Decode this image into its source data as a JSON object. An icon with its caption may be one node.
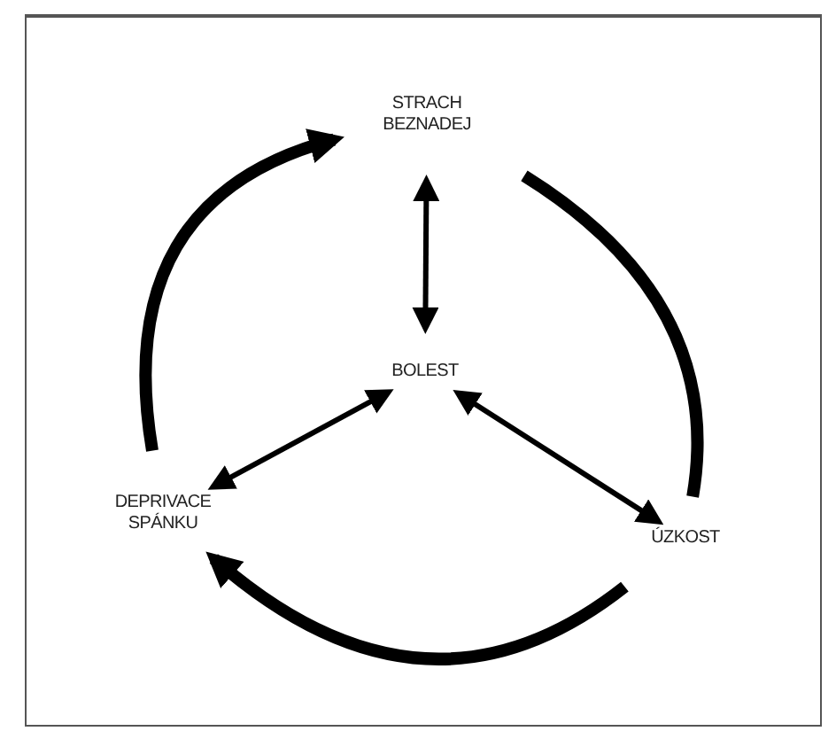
{
  "diagram": {
    "nodes": [
      {
        "text": [
          "STRACH BEZNADEJ"
        ]
      },
      {
        "text": [
          "BOLEST"
        ]
      },
      {
        "text": [
          "DEPRIVACE SPÁNKU"
        ]
      },
      {
        "text": [
          "ÚZKOST"
        ]
      }
    ],
    "edges": [
      {
        "from": 0,
        "to": 1,
        "arrow": "both"
      },
      {
        "from": 1,
        "to": 2,
        "arrow": "both"
      },
      {
        "from": 1,
        "to": 3,
        "arrow": "both"
      },
      {
        "from": 0,
        "to": 3,
        "arrow": "none",
        "style": "thick"
      },
      {
        "from": 3,
        "to": 2,
        "arrow": "to",
        "style": "thick"
      },
      {
        "from": 2,
        "to": 0,
        "arrow": "to",
        "style": "thick"
      }
    ]
  }
}
